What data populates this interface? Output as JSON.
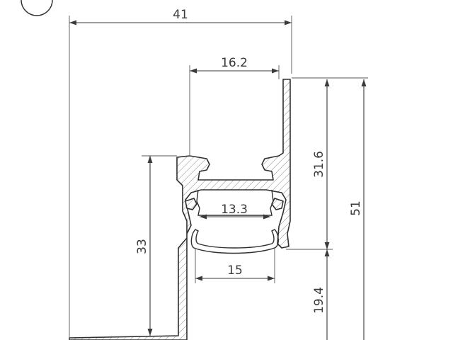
{
  "dimensions": {
    "overall_width": "41",
    "channel_width": "16.2",
    "inner_width": "13.3",
    "diffuser_width": "15",
    "left_height": "33",
    "upper_height": "31.6",
    "total_height": "51",
    "lower_height": "19.4"
  },
  "colors": {
    "line": "#3a3a3a",
    "hatch": "#8a8a8a",
    "background": "#ffffff"
  }
}
